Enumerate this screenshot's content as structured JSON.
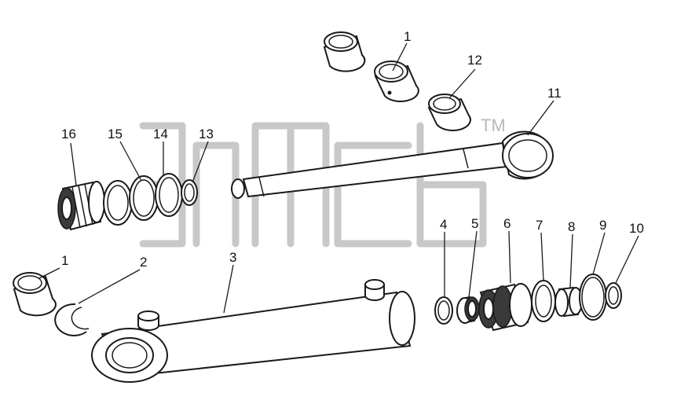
{
  "labels": [
    {
      "id": "l1a",
      "text": "1"
    },
    {
      "id": "l12",
      "text": "12"
    },
    {
      "id": "l11",
      "text": "11"
    },
    {
      "id": "l16",
      "text": "16"
    },
    {
      "id": "l15",
      "text": "15"
    },
    {
      "id": "l14",
      "text": "14"
    },
    {
      "id": "l13",
      "text": "13"
    },
    {
      "id": "l4",
      "text": "4"
    },
    {
      "id": "l5",
      "text": "5"
    },
    {
      "id": "l6",
      "text": "6"
    },
    {
      "id": "l7",
      "text": "7"
    },
    {
      "id": "l8",
      "text": "8"
    },
    {
      "id": "l9",
      "text": "9"
    },
    {
      "id": "l10",
      "text": "10"
    },
    {
      "id": "l1b",
      "text": "1"
    },
    {
      "id": "l2",
      "text": "2"
    },
    {
      "id": "l3",
      "text": "3"
    }
  ],
  "watermark": {
    "tm": "TM"
  },
  "colors": {
    "line": "#1a1a1a",
    "watermark": "#c8c8c8"
  }
}
